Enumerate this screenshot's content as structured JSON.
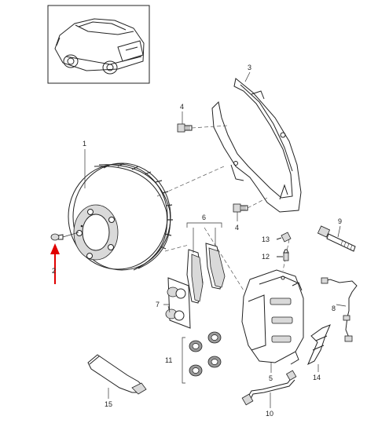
{
  "parts": [
    {
      "id": "disc",
      "label": "1"
    },
    {
      "id": "screw-left",
      "label": "2"
    },
    {
      "id": "splash-guard",
      "label": "3"
    },
    {
      "id": "bolt-top",
      "label": "4"
    },
    {
      "id": "bolt-bottom",
      "label": "4"
    },
    {
      "id": "caliper",
      "label": "5"
    },
    {
      "id": "pads",
      "label": "6"
    },
    {
      "id": "pistons",
      "label": "7"
    },
    {
      "id": "wear-sensor",
      "label": "8"
    },
    {
      "id": "caliper-bolt",
      "label": "9"
    },
    {
      "id": "brake-hose",
      "label": "10"
    },
    {
      "id": "seals",
      "label": "11"
    },
    {
      "id": "bleed-valve",
      "label": "12"
    },
    {
      "id": "cap",
      "label": "13"
    },
    {
      "id": "spring-clip",
      "label": "14"
    },
    {
      "id": "paste-tube",
      "label": "15"
    }
  ],
  "colors": {
    "line": "#222222",
    "arrow": "#e00000",
    "background": "#ffffff"
  }
}
